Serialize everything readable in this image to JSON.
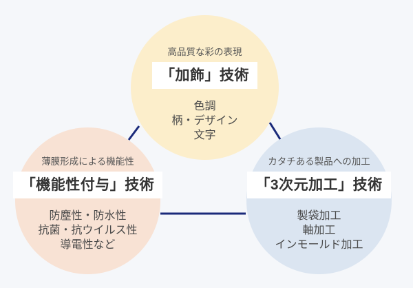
{
  "diagram": {
    "description": "Three-circle technology diagram",
    "colors": {
      "background": "#F5F7FA",
      "connector": "#1A2A7A",
      "circle_top_fill": "#FCEECB",
      "circle_left_fill": "#F8E2D4",
      "circle_right_fill": "#DBE5F1",
      "title_box_fill": "#FFFFFF"
    },
    "circles": [
      {
        "id": "decoration",
        "caption": "高品質な彩の表現",
        "title": "「加飾」技術",
        "items": [
          "色調",
          "柄・デザイン",
          "文字"
        ]
      },
      {
        "id": "functionality",
        "caption": "薄膜形成による機能性",
        "title": "「機能性付与」技術",
        "items": [
          "防塵性・防水性",
          "抗菌・抗ウイルス性",
          "導電性など"
        ]
      },
      {
        "id": "three-dimensional",
        "caption": "カタチある製品への加工",
        "title": "「3次元加工」技術",
        "items": [
          "製袋加工",
          "軸加工",
          "インモールド加工"
        ]
      }
    ]
  }
}
